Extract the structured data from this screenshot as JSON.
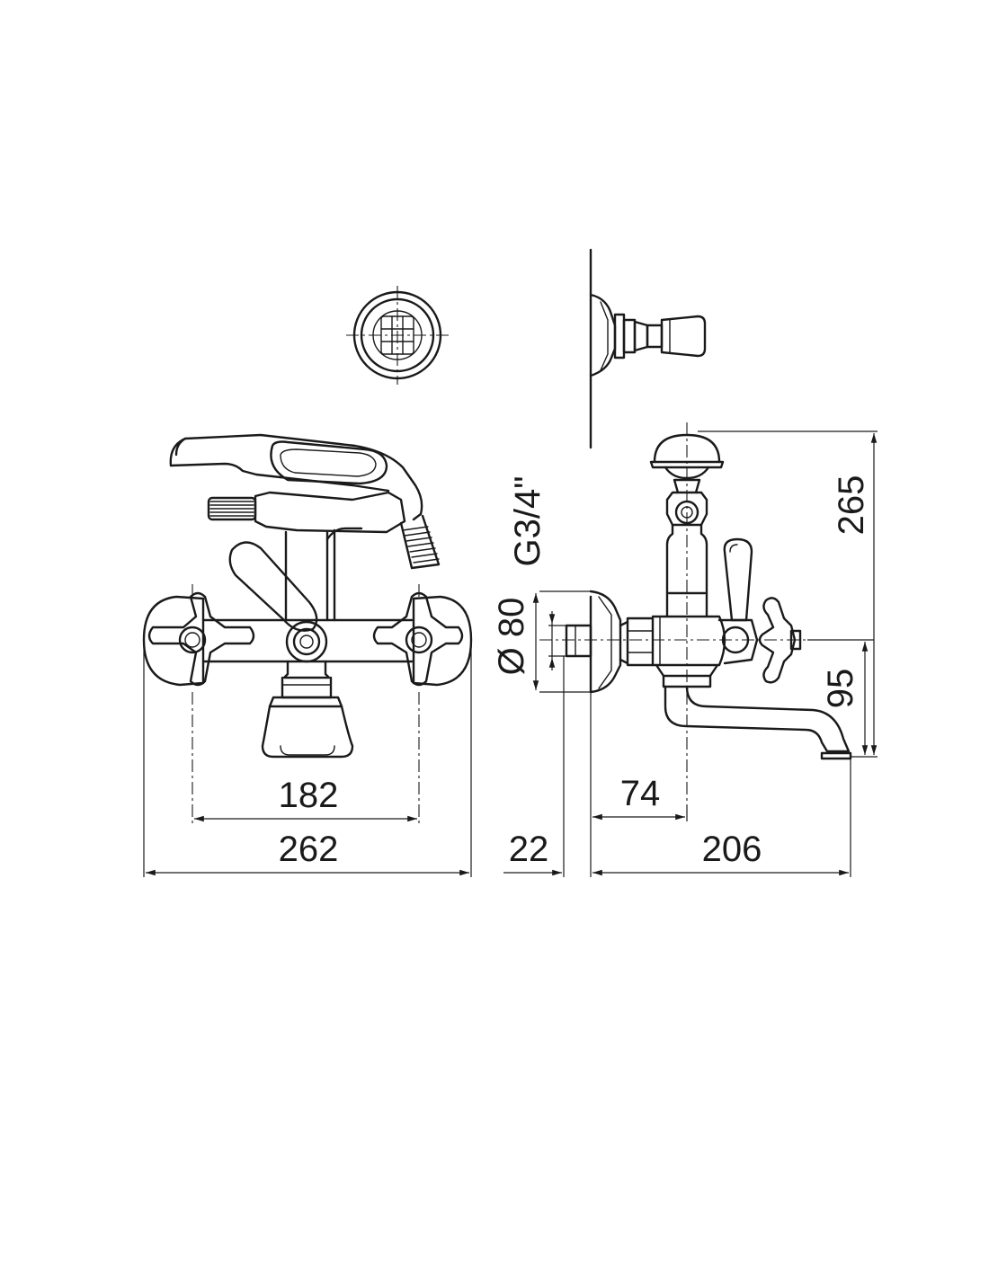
{
  "dimensions": {
    "outer_width": "262",
    "center_distance": "182",
    "wall_offset": "22",
    "projection": "206",
    "spout_offset": "74",
    "height_total": "265",
    "spout_height": "95",
    "rosette_diameter": "Ø 80",
    "thread": "G3/4\""
  }
}
